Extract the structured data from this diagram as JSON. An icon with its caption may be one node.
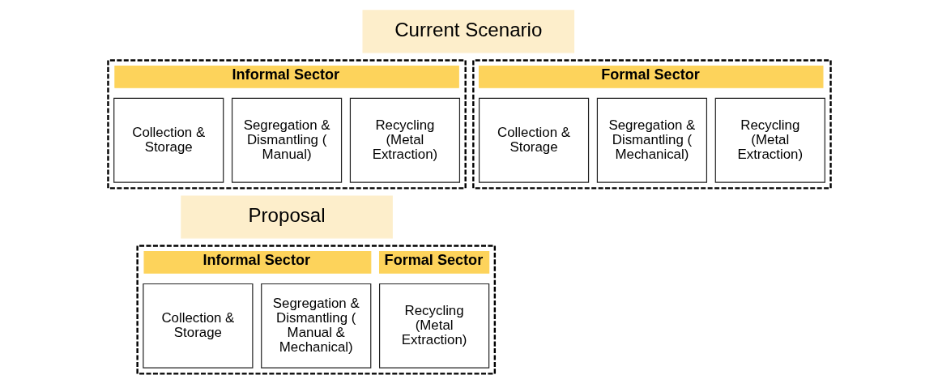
{
  "diagram": {
    "nodes": [
      {
        "text": [
          "Current Scenario"
        ]
      },
      {
        "text": [],
        "shape": "box"
      },
      {
        "text": [
          "Informal Sector"
        ],
        "in": 1
      },
      {
        "text": [
          "Collection & Storage"
        ],
        "in": 1
      },
      {
        "text": [
          "Segregation & Dismantling ( Manual)"
        ],
        "in": 1
      },
      {
        "text": [
          "Recycling (Metal Extraction)"
        ],
        "in": 1
      },
      {
        "text": [],
        "shape": "box"
      },
      {
        "text": [
          "Formal Sector"
        ],
        "in": 6
      },
      {
        "text": [
          "Collection & Storage"
        ],
        "in": 6
      },
      {
        "text": [
          "Segregation & Dismantling ( Mechanical)"
        ],
        "in": 6
      },
      {
        "text": [
          "Recycling (Metal Extraction)"
        ],
        "in": 6
      },
      {
        "text": [
          "Proposal"
        ]
      },
      {
        "text": [],
        "shape": "box"
      },
      {
        "text": [
          "Informal Sector"
        ],
        "in": 12
      },
      {
        "text": [
          "Collection & Storage"
        ],
        "in": 12
      },
      {
        "text": [
          "Segregation & Dismantling ( Manual & Mechanical)"
        ],
        "in": 12
      },
      {
        "text": [
          "Formal Sector"
        ],
        "in": 12
      },
      {
        "text": [
          "Recycling (Metal Extraction)"
        ],
        "in": 12
      }
    ],
    "edges": []
  }
}
